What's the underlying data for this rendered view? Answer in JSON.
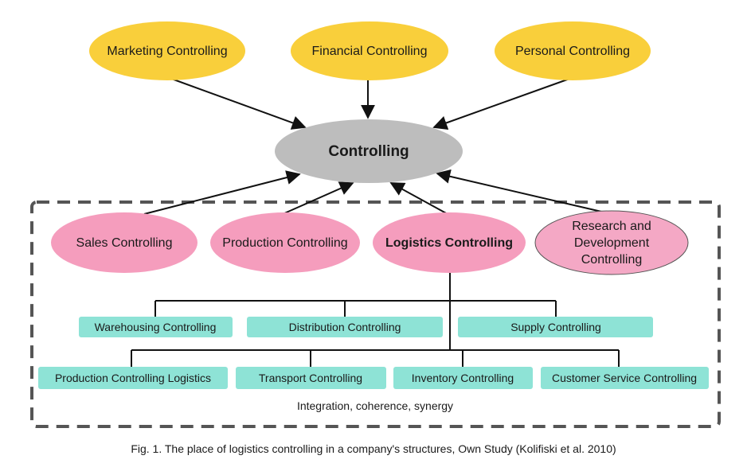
{
  "top_nodes": [
    "Marketing Controlling",
    "Financial Controlling",
    "Personal Controlling"
  ],
  "center_node": "Controlling",
  "mid_nodes": [
    "Sales Controlling",
    "Production Controlling",
    "Logistics Controlling"
  ],
  "rd_node": [
    "Research and",
    "Development",
    "Controlling"
  ],
  "row1_boxes": [
    "Warehousing Controlling",
    "Distribution Controlling",
    "Supply Controlling"
  ],
  "row2_boxes": [
    "Production Controlling Logistics",
    "Transport Controlling",
    "Inventory Controlling",
    "Customer Service Controlling"
  ],
  "footer_label": "Integration, coherence, synergy",
  "caption": "Fig. 1. The place of logistics controlling in a company's structures, Own Study (Kolifiski et al. 2010)",
  "colors": {
    "top_fill": "#f9cf3b",
    "center_fill": "#bdbdbd",
    "mid_fill": "#f59dbd",
    "rd_fill": "#f4a8c5",
    "box_fill": "#8ee3d6",
    "border": "#555555"
  }
}
